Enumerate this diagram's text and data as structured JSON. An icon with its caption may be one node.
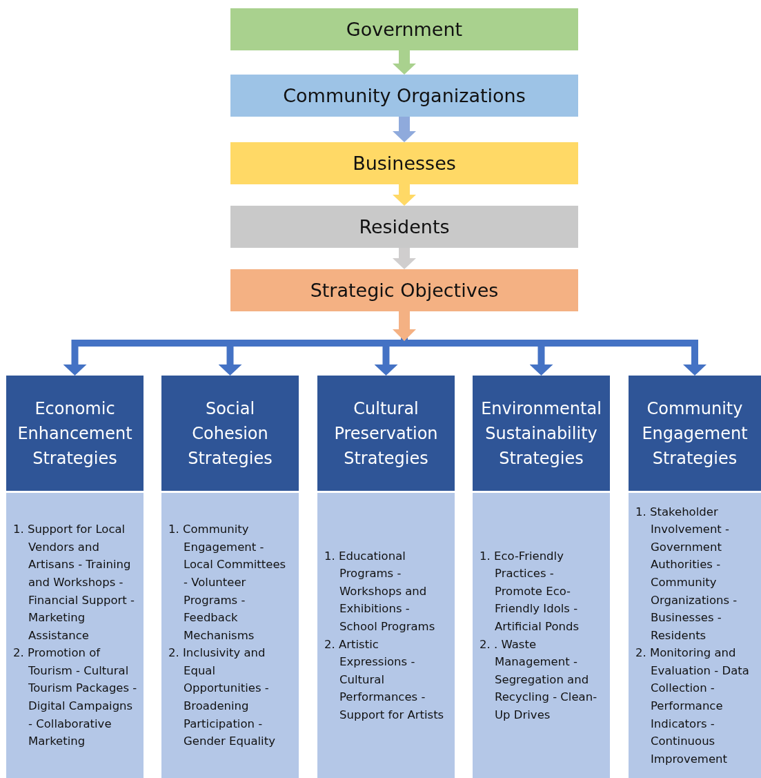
{
  "diagram": {
    "nodes": [
      {
        "text": [
          "Government"
        ]
      },
      {
        "text": [
          "Community Organizations"
        ]
      },
      {
        "text": [
          "Businesses"
        ]
      },
      {
        "text": [
          "Residents"
        ]
      },
      {
        "text": [
          "Strategic Objectives"
        ]
      },
      {
        "text": [
          "Economic Enhancement Strategies"
        ]
      },
      {
        "text": [
          "Social Cohesion Strategies"
        ]
      },
      {
        "text": [
          "Cultural Preservation Strategies"
        ]
      },
      {
        "text": [
          "Environmental Sustainability Strategies"
        ]
      },
      {
        "text": [
          "Community Engagement Strategies"
        ]
      },
      {
        "text": [
          "1. Support for Local Vendors and Artisans - Training and Workshops - Financial Support - Marketing Assistance",
          "2. Promotion of Tourism - Cultural Tourism Packages - Digital Campaigns - Collaborative Marketing"
        ]
      },
      {
        "text": [
          "1. Community Engagement - Local Committees - Volunteer Programs - Feedback Mechanisms",
          "2. Inclusivity and Equal Opportunities - Broadening Participation - Gender Equality"
        ]
      },
      {
        "text": [
          "1. Educational Programs - Workshops and Exhibitions - School Programs",
          "2. Artistic Expressions - Cultural Performances - Support for Artists"
        ]
      },
      {
        "text": [
          "1. Eco-Friendly Practices - Promote Eco-Friendly Idols - Artificial Ponds",
          "2. . Waste Management - Segregation and Recycling - Clean-Up Drives"
        ]
      },
      {
        "text": [
          "1. Stakeholder Involvement - Government Authorities - Community Organizations - Businesses - Residents",
          "2. Monitoring and Evaluation - Data Collection - Performance Indicators - Continuous Improvement"
        ]
      }
    ],
    "edges": [
      {
        "from": 0,
        "to": 1,
        "arrow": "to",
        "color": "#a9d18e"
      },
      {
        "from": 1,
        "to": 2,
        "arrow": "to",
        "color": "#8faadc"
      },
      {
        "from": 2,
        "to": 3,
        "arrow": "to",
        "color": "#ffd966"
      },
      {
        "from": 3,
        "to": 4,
        "arrow": "to",
        "color": "#d0cece"
      },
      {
        "from": 4,
        "to": 5,
        "arrow": "to"
      },
      {
        "from": 4,
        "to": 6,
        "arrow": "to"
      },
      {
        "from": 4,
        "to": 7,
        "arrow": "to"
      },
      {
        "from": 4,
        "to": 8,
        "arrow": "to"
      },
      {
        "from": 4,
        "to": 9,
        "arrow": "to"
      }
    ]
  }
}
